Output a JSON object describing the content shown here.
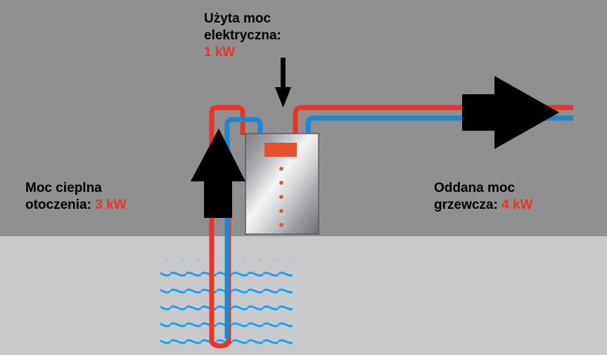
{
  "labels": {
    "electric_power": {
      "line1": "Użyta moc",
      "line2": "elektryczna:",
      "value": "1 kW"
    },
    "ambient_heat": {
      "line1": "Moc cieplna",
      "line2_prefix": "otoczenia:",
      "value": "3 kW"
    },
    "heating_output": {
      "line1": "Oddana moc",
      "line2_prefix": "grzewcza:",
      "value": "4 kW"
    }
  },
  "colors": {
    "sky": "#8f8f8f",
    "ground": "#c8c9cb",
    "hot_pipe": "#e8342a",
    "cold_pipe": "#1f86d1",
    "water_waves": "#1aa3e8",
    "arrow": "#000000",
    "display_panel": "#e8502a",
    "indicator_dots": "#e0572a",
    "text": "#000000",
    "value_text": "#e8342a"
  }
}
